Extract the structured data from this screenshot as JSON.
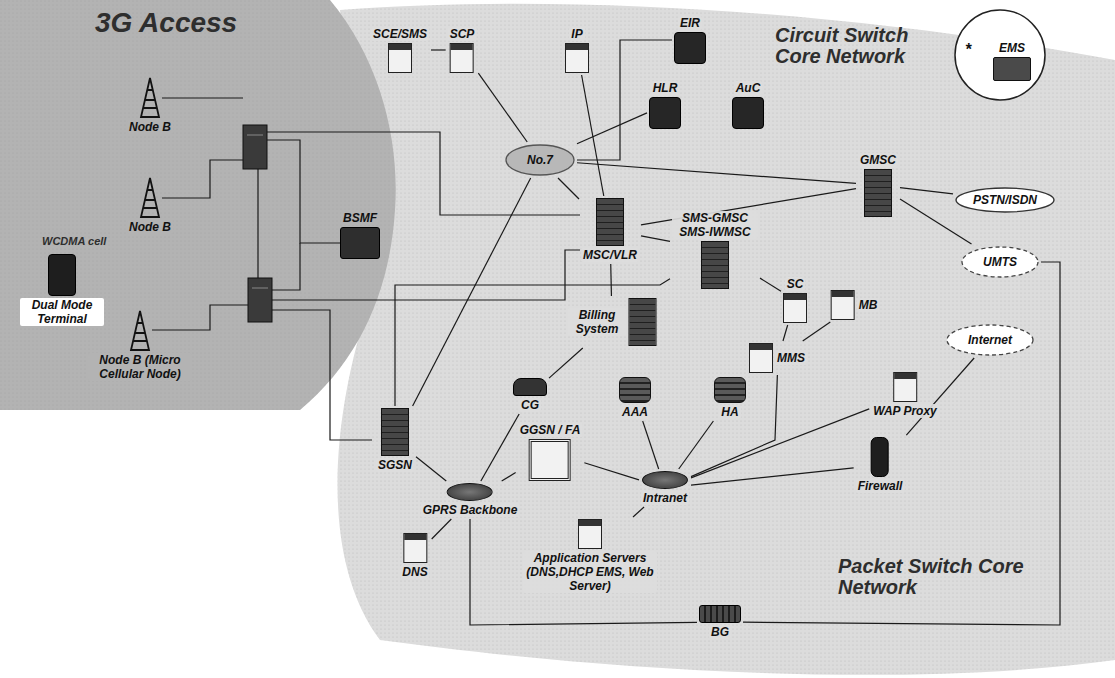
{
  "diagram": {
    "nodes": [
      {
        "text": [
          "Dual Mode Terminal"
        ]
      },
      {
        "text": [
          "Node B"
        ]
      },
      {
        "text": [
          "Node B"
        ]
      },
      {
        "text": [
          "Node B (Micro Cellular Node)"
        ]
      },
      {
        "text": [
          "BSMF"
        ]
      },
      {
        "text": [
          "SCE/SMS"
        ]
      },
      {
        "text": [
          "SCP"
        ]
      },
      {
        "text": [
          "IP"
        ]
      },
      {
        "text": [
          "EIR"
        ]
      },
      {
        "text": [
          "HLR"
        ]
      },
      {
        "text": [
          "AuC"
        ]
      },
      {
        "text": [
          "*"
        ]
      },
      {
        "text": [
          "EMS"
        ],
        "in": 11
      },
      {
        "text": [
          "No.7"
        ]
      },
      {
        "text": [
          "MSC/VLR"
        ]
      },
      {
        "text": [
          "GMSC"
        ]
      },
      {
        "text": [
          "PSTN/ISDN"
        ]
      },
      {
        "text": [
          "SMS-GMSC SMS-IWMSC"
        ]
      },
      {
        "text": [
          "SC"
        ]
      },
      {
        "text": [
          "MB"
        ]
      },
      {
        "text": [
          "UMTS"
        ]
      },
      {
        "text": [
          "Billing System"
        ]
      },
      {
        "text": [
          "MMS"
        ]
      },
      {
        "text": [
          "Internet"
        ]
      },
      {
        "text": [
          "CG"
        ]
      },
      {
        "text": [
          "AAA"
        ]
      },
      {
        "text": [
          "HA"
        ]
      },
      {
        "text": [
          "WAP Proxy"
        ]
      },
      {
        "text": [
          "SGSN"
        ]
      },
      {
        "text": [
          "GGSN / FA"
        ]
      },
      {
        "text": [
          "GPRS Backbone"
        ]
      },
      {
        "text": [
          "Intranet"
        ]
      },
      {
        "text": [
          "Firewall"
        ]
      },
      {
        "text": [
          "DNS"
        ]
      },
      {
        "text": [
          "Application Servers (DNS,DHCP EMS, Web Server)"
        ]
      },
      {
        "text": [
          "BG"
        ]
      }
    ],
    "edges": [
      {
        "from": 5,
        "to": 6,
        "arrow": "none"
      },
      {
        "from": 6,
        "to": 13,
        "arrow": "none"
      },
      {
        "from": 7,
        "to": 14,
        "arrow": "none"
      },
      {
        "from": 13,
        "to": 8,
        "arrow": "none"
      },
      {
        "from": 13,
        "to": 9,
        "arrow": "none"
      },
      {
        "from": 13,
        "to": 14,
        "arrow": "none"
      },
      {
        "from": 13,
        "to": 15,
        "arrow": "none"
      },
      {
        "from": 13,
        "to": 28,
        "arrow": "none"
      },
      {
        "from": 14,
        "to": 15,
        "arrow": "none"
      },
      {
        "from": 15,
        "to": 16,
        "arrow": "none"
      },
      {
        "from": 15,
        "to": 20,
        "arrow": "none"
      },
      {
        "from": 14,
        "to": 17,
        "arrow": "none"
      },
      {
        "from": 17,
        "to": 18,
        "arrow": "none"
      },
      {
        "from": 18,
        "to": 22,
        "arrow": "none"
      },
      {
        "from": 19,
        "to": 22,
        "arrow": "none"
      },
      {
        "from": 28,
        "to": 17,
        "arrow": "none"
      },
      {
        "from": 14,
        "to": 21,
        "arrow": "none"
      },
      {
        "from": 21,
        "to": 24,
        "arrow": "none"
      },
      {
        "from": 24,
        "to": 30,
        "arrow": "none"
      },
      {
        "from": 28,
        "to": 30,
        "arrow": "none"
      },
      {
        "from": 30,
        "to": 29,
        "arrow": "none"
      },
      {
        "from": 30,
        "to": 33,
        "arrow": "none"
      },
      {
        "from": 30,
        "to": 35,
        "arrow": "none"
      },
      {
        "from": 29,
        "to": 31,
        "arrow": "none"
      },
      {
        "from": 31,
        "to": 25,
        "arrow": "none"
      },
      {
        "from": 31,
        "to": 26,
        "arrow": "none"
      },
      {
        "from": 31,
        "to": 34,
        "arrow": "none"
      },
      {
        "from": 31,
        "to": 22,
        "arrow": "none"
      },
      {
        "from": 31,
        "to": 27,
        "arrow": "none"
      },
      {
        "from": 31,
        "to": 32,
        "arrow": "none"
      },
      {
        "from": 32,
        "to": 23,
        "arrow": "none"
      },
      {
        "from": 35,
        "to": 20,
        "arrow": "none"
      }
    ],
    "labels": [
      "3G Access",
      "Circuit Switch Core Network",
      "Packet Switch Core Network",
      "WCDMA cell"
    ]
  }
}
